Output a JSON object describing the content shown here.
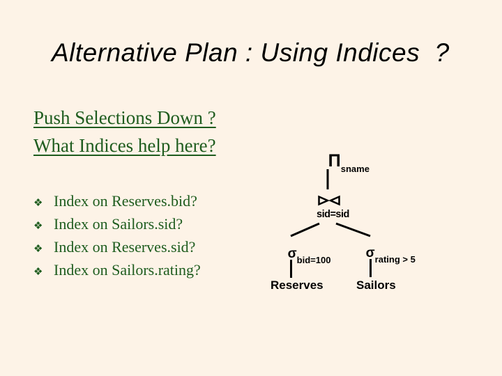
{
  "slide": {
    "background_color": "#fdf3e7",
    "title": "Alternative Plan : Using Indices  ?",
    "heading_color": "#1e5c1e",
    "headings": {
      "line1": "Push Selections Down ?",
      "line2": "What Indices help here?"
    },
    "bullet_marker": "❖",
    "bullets": [
      {
        "text": "Index on Reserves.bid?"
      },
      {
        "text": "Index on Sailors.sid?"
      },
      {
        "text": "Index on Reserves.sid?"
      },
      {
        "text": "Index on Sailors.rating?"
      }
    ]
  },
  "tree": {
    "color": "#000000",
    "projection": {
      "operator": "Π",
      "subscript": "sname"
    },
    "join": {
      "icon": "bowtie-join-icon",
      "condition": "sid=sid"
    },
    "left_branch": {
      "operator": "σ",
      "subscript": "bid=100",
      "relation": "Reserves"
    },
    "right_branch": {
      "operator": "σ",
      "subscript": "rating > 5",
      "relation": "Sailors"
    }
  }
}
